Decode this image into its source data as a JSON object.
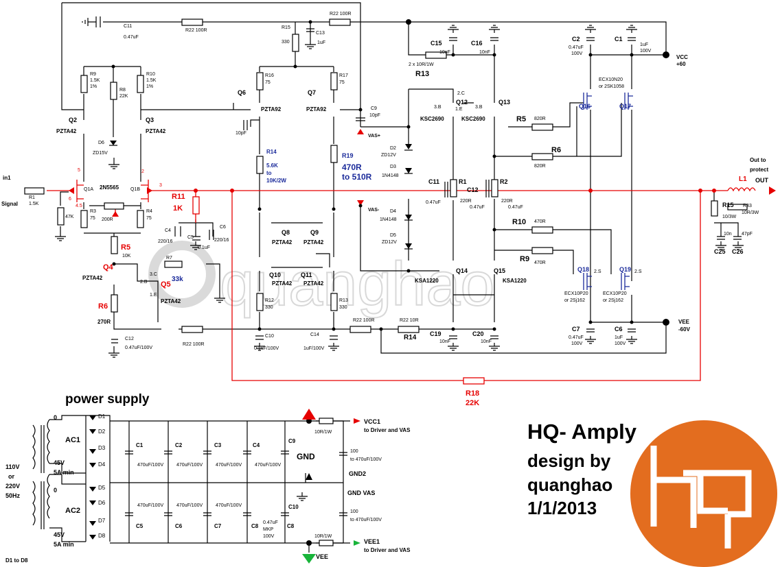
{
  "title": {
    "line1": "HQ- Amply",
    "line2": "design by",
    "line3": "quanghao",
    "line4": "1/1/2013"
  },
  "watermark": "quanghao",
  "colors": {
    "accent_red": "#e60000",
    "logo_orange": "#e36d1f",
    "mosfet_blue": "#1a2a9a",
    "arrow_green": "#18b43a"
  },
  "amp": {
    "input": {
      "in": "in1",
      "signal": "Signal",
      "r1": "R1",
      "r1v": "1.5K",
      "r47k": "47K"
    },
    "q1": {
      "q1a": "Q1A",
      "q1b": "Q1B",
      "part": "2N5565",
      "p5": "5",
      "p6": "6",
      "p45": "4.5",
      "p2": "2",
      "p3": "3"
    },
    "r3": "R3",
    "r3v": "75",
    "r4": "R4",
    "r4v": "75",
    "r200": "200R",
    "r9": "R9",
    "r9v1": "1.5K",
    "r9v2": "1%",
    "r10": "R10",
    "r10v1": "1.5K",
    "r10v2": "1%",
    "r8": "R8",
    "r8v": "22K",
    "q2": "Q2",
    "q2p": "PZTA42",
    "q3": "Q3",
    "q3p": "PZTA42",
    "d6": "D6",
    "d6v": "ZD15V",
    "c11": "C11",
    "c11v": "0.47uF",
    "r22a": "R22 100R",
    "r22b": "R22 100R",
    "r22c": "R22 100R",
    "r22d": "R22 100R",
    "r22e": "R22 10R",
    "r15": "R15",
    "r15v": "330",
    "c13": "C13",
    "c13v": "1uF",
    "r16": "R16",
    "r16v": "75",
    "r17": "R17",
    "r17v": "75",
    "q6": "Q6",
    "q6p": "PZTA92",
    "q7": "Q7",
    "q7p": "PZTA92",
    "c10p": "10pF",
    "c9": "C9",
    "c9v": "10pF",
    "r14": "R14",
    "r14v1": "5.6K",
    "r14v2": "to",
    "r14v3": "10K/2W",
    "r19": "R19",
    "r19v1": "470R",
    "r19v2": "to 510R",
    "vasp": "VAS+",
    "vasm": "VAS-",
    "r11": "R11",
    "r11v": "1K",
    "c4": "C4",
    "c4v": "220/16",
    "c5": "C5",
    "c6": "C6",
    "c6v": "220/16",
    "c5v": "0.1uF",
    "q8": "Q8",
    "q8p": "PZTA42",
    "q9": "Q9",
    "q9p": "PZTA42",
    "q10": "Q10",
    "q10p": "PZTA42",
    "q11": "Q11",
    "q11p": "PZTA42",
    "r12": "R12",
    "r12v": "330",
    "r13b": "R13",
    "r13bv": "330",
    "c10": "C10",
    "c10v": "0.1uF/100V",
    "c14": "C14",
    "c14v": "1uF/100V",
    "r5a": "R5",
    "r5av": "10K",
    "q4": "Q4",
    "q4p": "PZTA42",
    "r7": "R7",
    "r7v": "33k",
    "q5": "Q5",
    "q5p": "PZTA42",
    "r6a": "R6",
    "r6av": "270R",
    "c12a": "C12",
    "c12av": "0.47uF/100V",
    "pin3c": "3.C",
    "pin2b": "2.B",
    "pin1e": "1.E",
    "c15": "C15",
    "c15v": "10nF",
    "c16": "C16",
    "c16v": "10nF",
    "r13": "R13",
    "r13v": "2 x 10R/1W",
    "q12": "Q12",
    "q12p": "KSC2690",
    "q13": "Q13",
    "q13p": "KSC2690",
    "d2": "D2",
    "d2v": "ZD12V",
    "d3": "D3",
    "d3v": "1N4148",
    "d4": "D4",
    "d4v": "1N4148",
    "d5": "D5",
    "d5v": "ZD12V",
    "c11b": "C11",
    "c11bv": "0.47uF",
    "r1b": "R1",
    "r1bv": "220R",
    "c12b": "C12",
    "c12bv": "0.47uF",
    "r2": "R2",
    "r2v": "220R",
    "q14": "Q14",
    "q14p": "KSA1220",
    "q15": "Q15",
    "q15p": "KSA1220",
    "c19": "C19",
    "c19v": "10nF",
    "c20": "C20",
    "c20v": "10nF",
    "r14b": "R14",
    "r5": "R5",
    "r5v": "820R",
    "r6": "R6",
    "r6v": "820R",
    "r10b": "R10",
    "r10bv": "470R",
    "r9b": "R9",
    "r9bv": "470R",
    "c2": "C2",
    "c2v1": "0.47uF",
    "c2v2": "100V",
    "c1": "C1",
    "c1v1": "1uF",
    "c1v2": "100V",
    "vcc": "VCC",
    "vccv": "+60",
    "q16": "Q16",
    "q17": "Q17",
    "q1617p1": "ECX10N20",
    "q1617p2": "or 2SK1058",
    "q18": "Q18",
    "q19": "Q19",
    "q1819p1": "ECX10P20",
    "q1819p2": "or 2Sj162",
    "c7": "C7",
    "c7v1": "0.47uF",
    "c7v2": "100V",
    "c6b": "C6",
    "c6bv1": "1uF",
    "c6bv2": "100V",
    "vee": "VEE",
    "veev": "-60V",
    "out1": "Out to",
    "out2": "protect",
    "out3": "OUT",
    "l1": "L1",
    "r15b": "R15",
    "r15bv": "10/3W",
    "r33": "R33",
    "r33v": "10R/3W",
    "c25v": "10n",
    "c26v": "47pF",
    "c25": "C25",
    "c26": "C26",
    "r18": "R18",
    "r18v": "22K",
    "pin2c": "2.C",
    "pin1e2": "1.E",
    "pin3b": "3.B",
    "pin2s": "2.S"
  },
  "ps": {
    "title": "power supply",
    "mains1": "110V",
    "mains2": "or",
    "mains3": "220V",
    "mains4": "50Hz",
    "ac1": "AC1",
    "ac2": "AC2",
    "zero": "0",
    "v45": "45V",
    "a5": "5A min",
    "d1": "D1",
    "d2": "D2",
    "d3": "D3",
    "d4": "D4",
    "d5": "D5",
    "d6": "D6",
    "d7": "D7",
    "d8": "D8",
    "footer": "D1 to D8",
    "caps_top": [
      "C1",
      "C2",
      "C3",
      "C4"
    ],
    "caps_bot": [
      "C5",
      "C6",
      "C7",
      "C8"
    ],
    "cap_value": "470uF/100V",
    "c9": "C9",
    "c10": "C10",
    "c8": "C8",
    "mkp1": "0.47uF",
    "mkp2": "MKP",
    "mkp3": "100V",
    "gnd": "GND",
    "gnd2": "GND2",
    "gndvas": "GND VAS",
    "r1w": "10R/1W",
    "r1w2": "10R/1W",
    "vcc1": "VCC1",
    "vcc1d": "to Driver and VAS",
    "vee1": "VEE1",
    "vee1d": "to Driver and VAS",
    "vee": "VEE",
    "c100a1": "100",
    "c100a2": "to 470uF/100V",
    "c100b1": "100",
    "c100b2": "to 470uF/100V"
  }
}
